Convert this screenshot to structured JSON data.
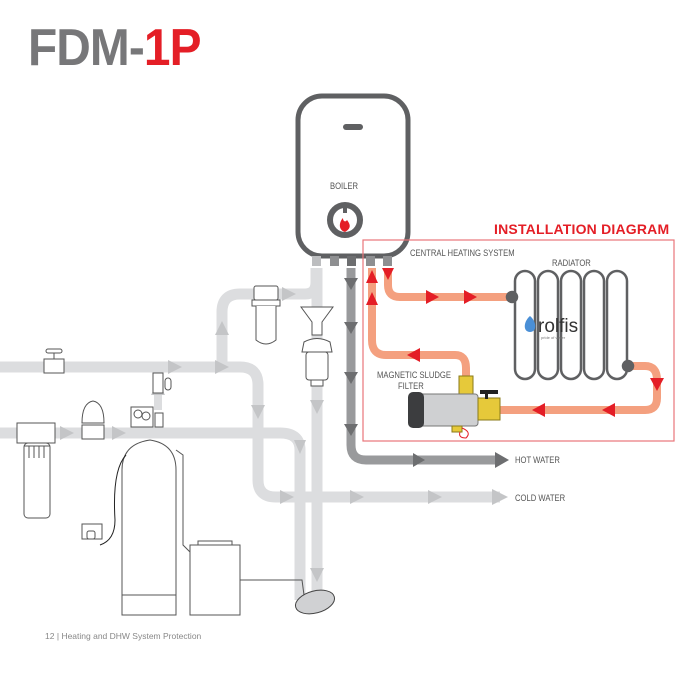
{
  "title": {
    "model_prefix": "FDM-",
    "model_suffix": "1P"
  },
  "colors": {
    "title_gray": "#777779",
    "accent_red": "#e41e26",
    "heating_pipe": "#f4a07f",
    "hot_water_pipe": "#999a9c",
    "cold_water_pipe": "#dcdddf",
    "boiler_outline": "#5f6062",
    "brass": "#e6c93a"
  },
  "diagram": {
    "installation_title": "INSTALLATION DIAGRAM",
    "boiler_label": "BOILER",
    "central_heating_label": "CENTRAL HEATING SYSTEM",
    "radiator_label": "RADIATOR",
    "filter_label_line1": "MAGNETIC SLUDGE",
    "filter_label_line2": "FILTER",
    "hot_water_label": "HOT WATER",
    "cold_water_label": "COLD WATER",
    "brand_logo": "rolfis",
    "brand_tagline": "pride of water"
  },
  "footer": {
    "page_number": "12",
    "separator": "|",
    "text": "Heating and DHW System Protection"
  }
}
